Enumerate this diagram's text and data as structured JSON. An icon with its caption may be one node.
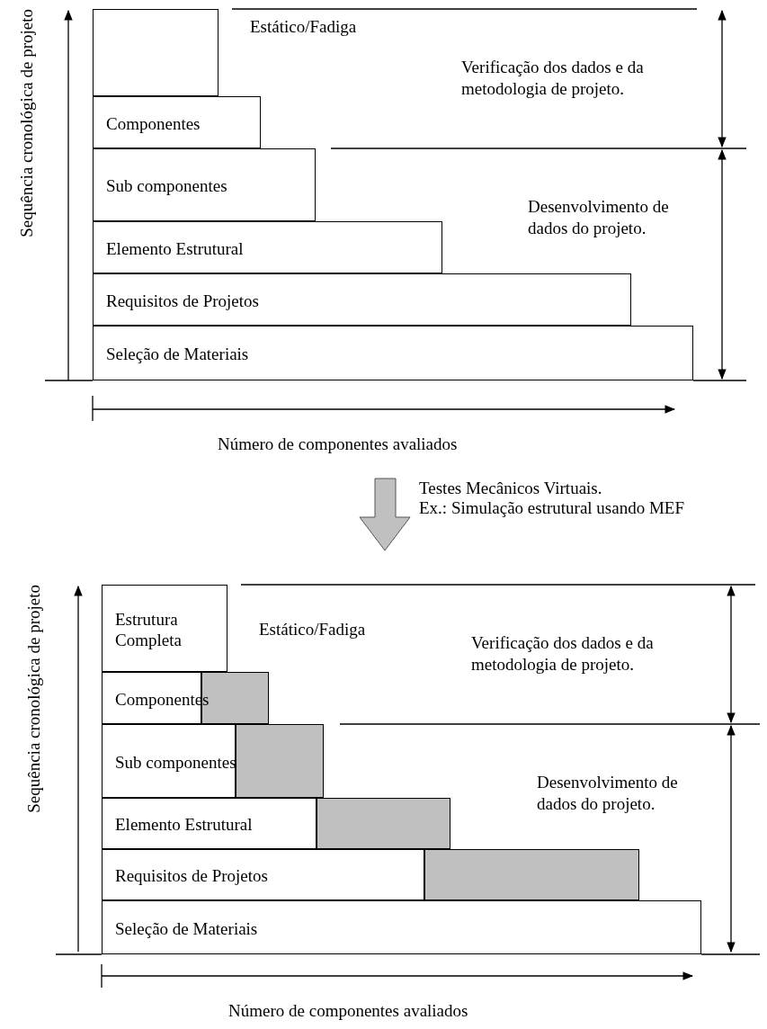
{
  "diagram": {
    "nodes": [
      {
        "text": [],
        "shape": "box"
      },
      {
        "text": [
          "Componentes"
        ]
      },
      {
        "text": [
          "Sub componentes"
        ]
      },
      {
        "text": [
          "Elemento Estrutural"
        ]
      },
      {
        "text": [
          "Requisitos de Projetos"
        ]
      },
      {
        "text": [
          "Seleção de Materiais"
        ]
      },
      {
        "text": [
          "Estrutura Completa"
        ]
      },
      {
        "text": [
          "Componentes"
        ]
      },
      {
        "text": [],
        "shape": "box"
      },
      {
        "text": [
          "Sub componentes"
        ]
      },
      {
        "text": [],
        "shape": "box"
      },
      {
        "text": [
          "Elemento Estrutural"
        ]
      },
      {
        "text": [],
        "shape": "box"
      },
      {
        "text": [
          "Requisitos de Projetos"
        ]
      },
      {
        "text": [],
        "shape": "box"
      },
      {
        "text": [
          "Seleção de Materiais"
        ]
      }
    ],
    "edges": [],
    "labels": [
      "Sequência cronológica de projeto",
      "Estático/Fadiga",
      "Verificação dos dados e da metodologia de projeto.",
      "Desenvolvimento de dados do projeto.",
      "Número de componentes avaliados",
      "Testes Mecânicos Virtuais.",
      "Ex.: Simulação estrutural usando MEF",
      "Sequência cronológica de projeto",
      "Estático/Fadiga",
      "Verificação dos dados e da metodologia de projeto.",
      "Desenvolvimento de dados do projeto.",
      "Número de componentes avaliados"
    ]
  }
}
